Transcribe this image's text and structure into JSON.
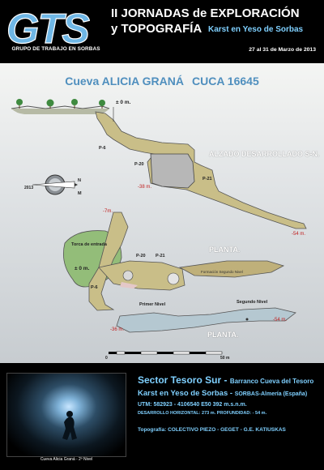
{
  "header": {
    "logo_text": "GTS",
    "logo_caption": "GRUPO DE TRABAJO EN SORBAS",
    "event_title_line1": "II JORNADAS de EXPLORACIÓN",
    "event_title_line2": "y TOPOGRAFÍA",
    "event_subtitle": "Karst en Yeso de Sorbas",
    "event_dates": "27 al 31 de Marzo de 2013"
  },
  "map": {
    "cave_name": "Cueva ALICIA GRANÁ",
    "cave_code": "CUCA 16645",
    "elevation_label": "ALZADO DESARROLLADO S-N.",
    "plan_label_1": "PLANTA.",
    "plan_label_2": "PLANTA.",
    "zero_label_1": "± 0 m.",
    "zero_label_2": "± 0 m.",
    "pitch_p6_1": "P-6",
    "pitch_p20_1": "P-20",
    "pitch_p21_1": "P-21",
    "pitch_p20_2": "P-20",
    "pitch_p21_2": "P-21",
    "pitch_p6_2": "P-6",
    "depth_38": "-38 m.",
    "depth_54_1": "-54 m.",
    "depth_7": "-7m.",
    "depth_36": "-36 m.",
    "depth_54_2": "-54 m.",
    "torca_label": "Torca de entrada",
    "primer_nivel": "Primer Nivel",
    "segundo_nivel_label": "Segundo Nivel",
    "formacion": "Formación Segundo Nivel",
    "compass_year": "2013",
    "compass_n": "N",
    "compass_m": "M",
    "scale_start": "0",
    "scale_end": "50 m"
  },
  "info": {
    "photo_caption": "Cueva Alicia Graná - 2º Nivel",
    "sector": "Sector Tesoro Sur -",
    "barranco": "Barranco Cueva del Tesoro",
    "karst": "Karst en Yeso de Sorbas -",
    "location": "SORBAS-Almería (España)",
    "utm": "UTM: 582923 - 4106540 E50   392 m.s.n.m.",
    "desarrollo": "DESARROLLO HORIZONTAL: 273 m.  PROFUNDIDAD: - 54 m.",
    "topografia": "Topografía: COLECTIVO PIEZO - GEGET - G.E. KATIUSKAS"
  }
}
